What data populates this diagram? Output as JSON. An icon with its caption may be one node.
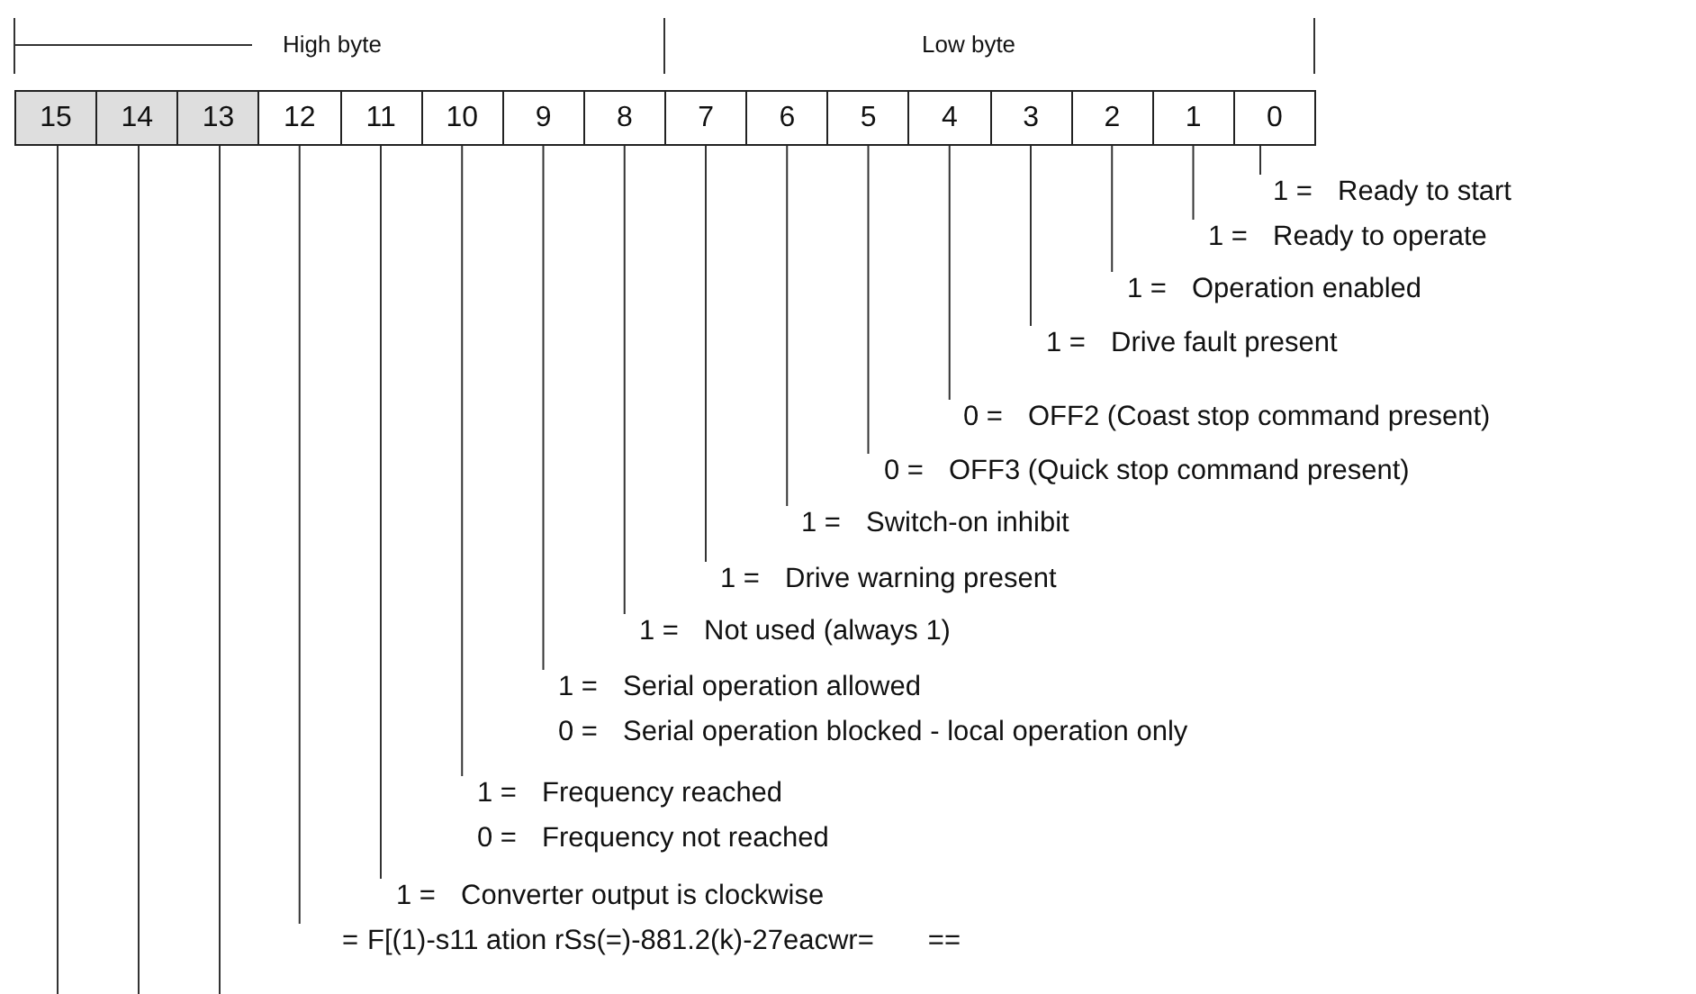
{
  "diagram": {
    "nodes": [
      {
        "text": [
          "15"
        ]
      },
      {
        "text": [
          "14"
        ]
      },
      {
        "text": [
          "13"
        ]
      },
      {
        "text": [
          "12"
        ]
      },
      {
        "text": [
          "11"
        ]
      },
      {
        "text": [
          "10"
        ]
      },
      {
        "text": [
          "9"
        ]
      },
      {
        "text": [
          "8"
        ]
      },
      {
        "text": [
          "7"
        ]
      },
      {
        "text": [
          "6"
        ]
      },
      {
        "text": [
          "5"
        ]
      },
      {
        "text": [
          "4"
        ]
      },
      {
        "text": [
          "3"
        ]
      },
      {
        "text": [
          "2"
        ]
      },
      {
        "text": [
          "1"
        ]
      },
      {
        "text": [
          "0"
        ]
      },
      {
        "text": [
          "1 =",
          "Ready to start"
        ]
      },
      {
        "text": [
          "1 =",
          "Ready to operate"
        ]
      },
      {
        "text": [
          "1 =",
          "Operation enabled"
        ]
      },
      {
        "text": [
          "1 =",
          "Drive fault present"
        ]
      },
      {
        "text": [
          "0 =",
          "OFF2 (Coast stop command present)"
        ]
      },
      {
        "text": [
          "0 =",
          "OFF3 (Quick stop command present)"
        ]
      },
      {
        "text": [
          "1 =",
          "Switch-on inhibit"
        ]
      },
      {
        "text": [
          "1 =",
          "Drive warning present"
        ]
      },
      {
        "text": [
          "1 =",
          "Not used (always 1)"
        ]
      },
      {
        "text": [
          "1 =",
          "Serial operation allowed",
          "0 =",
          "Serial operation blocked - local operation only"
        ]
      },
      {
        "text": [
          "1 =",
          "Frequency reached",
          "0 =",
          "Frequency not reached"
        ]
      },
      {
        "text": [
          "1 =",
          "Converter output is clockwise"
        ]
      },
      {
        "text": [
          "=",
          "F[(1)-s11 ation rSs(=)-881.2(k)-27eacwr=",
          "=="
        ]
      }
    ],
    "edges": [
      {
        "from": 16,
        "to": 15,
        "arrow": "none"
      },
      {
        "from": 17,
        "to": 14,
        "arrow": "none"
      },
      {
        "from": 18,
        "to": 13,
        "arrow": "none"
      },
      {
        "from": 19,
        "to": 12,
        "arrow": "none"
      },
      {
        "from": 20,
        "to": 11,
        "arrow": "none"
      },
      {
        "from": 21,
        "to": 10,
        "arrow": "none"
      },
      {
        "from": 22,
        "to": 9,
        "arrow": "none"
      },
      {
        "from": 23,
        "to": 8,
        "arrow": "none"
      },
      {
        "from": 24,
        "to": 7,
        "arrow": "none"
      },
      {
        "from": 25,
        "to": 6,
        "arrow": "none"
      },
      {
        "from": 26,
        "to": 5,
        "arrow": "none"
      },
      {
        "from": 27,
        "to": 4,
        "arrow": "none"
      },
      {
        "from": 28,
        "to": 3,
        "arrow": "none"
      },
      {
        "from": 0,
        "to": null,
        "arrow": "none"
      },
      {
        "from": 1,
        "to": null,
        "arrow": "none"
      },
      {
        "from": 2,
        "to": null,
        "arrow": "none"
      }
    ],
    "labels": [
      "High byte",
      "Low byte"
    ]
  }
}
